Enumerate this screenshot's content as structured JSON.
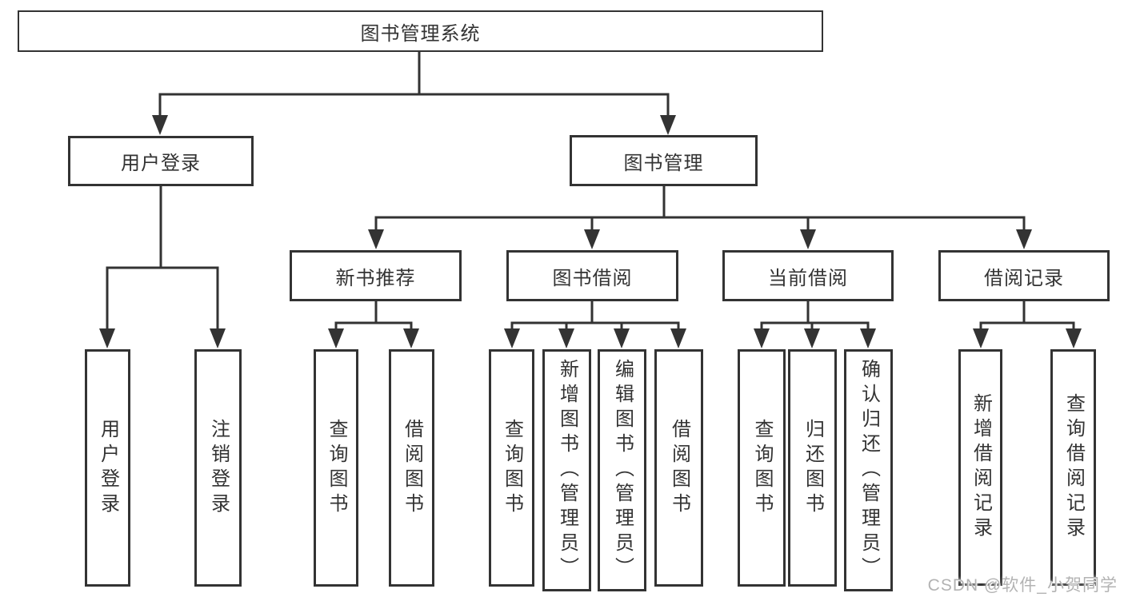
{
  "diagram": {
    "root": "图书管理系统",
    "branches": [
      {
        "label": "用户登录",
        "children": [
          {
            "label": "用户登录"
          },
          {
            "label": "注销登录"
          }
        ]
      },
      {
        "label": "图书管理",
        "sections": [
          {
            "label": "新书推荐",
            "children": [
              {
                "label": "查询图书"
              },
              {
                "label": "借阅图书"
              }
            ]
          },
          {
            "label": "图书借阅",
            "children": [
              {
                "label": "查询图书"
              },
              {
                "label": "新增图书（管理员）"
              },
              {
                "label": "编辑图书（管理员）"
              },
              {
                "label": "借阅图书"
              }
            ]
          },
          {
            "label": "当前借阅",
            "children": [
              {
                "label": "查询图书"
              },
              {
                "label": "归还图书"
              },
              {
                "label": "确认归还（管理员）"
              }
            ]
          },
          {
            "label": "借阅记录",
            "children": [
              {
                "label": "新增借阅记录"
              },
              {
                "label": "查询借阅记录"
              }
            ]
          }
        ]
      }
    ]
  },
  "watermark": "CSDN @软件_小贺同学",
  "colors": {
    "line": "#333333",
    "text": "#333333",
    "box_background": "#ffffff",
    "watermark": "#b3b3b3"
  }
}
